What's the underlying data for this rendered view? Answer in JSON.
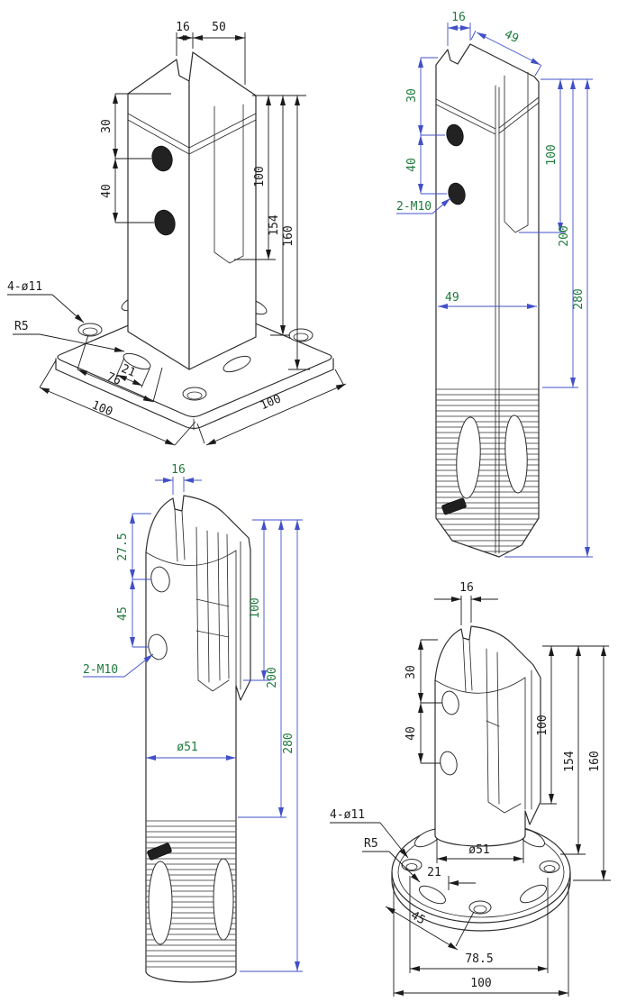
{
  "page": {
    "background": "#ffffff"
  },
  "colors": {
    "linework": "#2d2d2d",
    "dim_black": "#1b1b1b",
    "dim_blue": "#4150c8",
    "dim_green": "#1e7a3c",
    "hole_fill": "#222222"
  },
  "views": {
    "square_base": {
      "d16": "16",
      "d50": "50",
      "d30": "30",
      "d40": "40",
      "d100_glass": "100",
      "d154": "154",
      "d160": "160",
      "holes_note": "4-ø11",
      "radius_note": "R5",
      "d21": "21",
      "d76": "76",
      "d100_base_left": "100",
      "d100_base_right": "100"
    },
    "square_tall": {
      "d16": "16",
      "d49_top": "49",
      "d30": "30",
      "d40": "40",
      "thread_note": "2-M10",
      "d100": "100",
      "d200": "200",
      "d280": "280",
      "d49_mid": "49"
    },
    "round_tall": {
      "d16": "16",
      "d27_5": "27.5",
      "d45": "45",
      "thread_note": "2-M10",
      "d100": "100",
      "d200": "200",
      "d280": "280",
      "dia": "ø51"
    },
    "round_base": {
      "d16": "16",
      "d30": "30",
      "d40": "40",
      "d100": "100",
      "d154": "154",
      "d160": "160",
      "holes_note": "4-ø11",
      "radius_note": "R5",
      "d21": "21",
      "dia": "ø51",
      "d45": "45",
      "d78_5": "78.5",
      "d100_base": "100"
    }
  }
}
